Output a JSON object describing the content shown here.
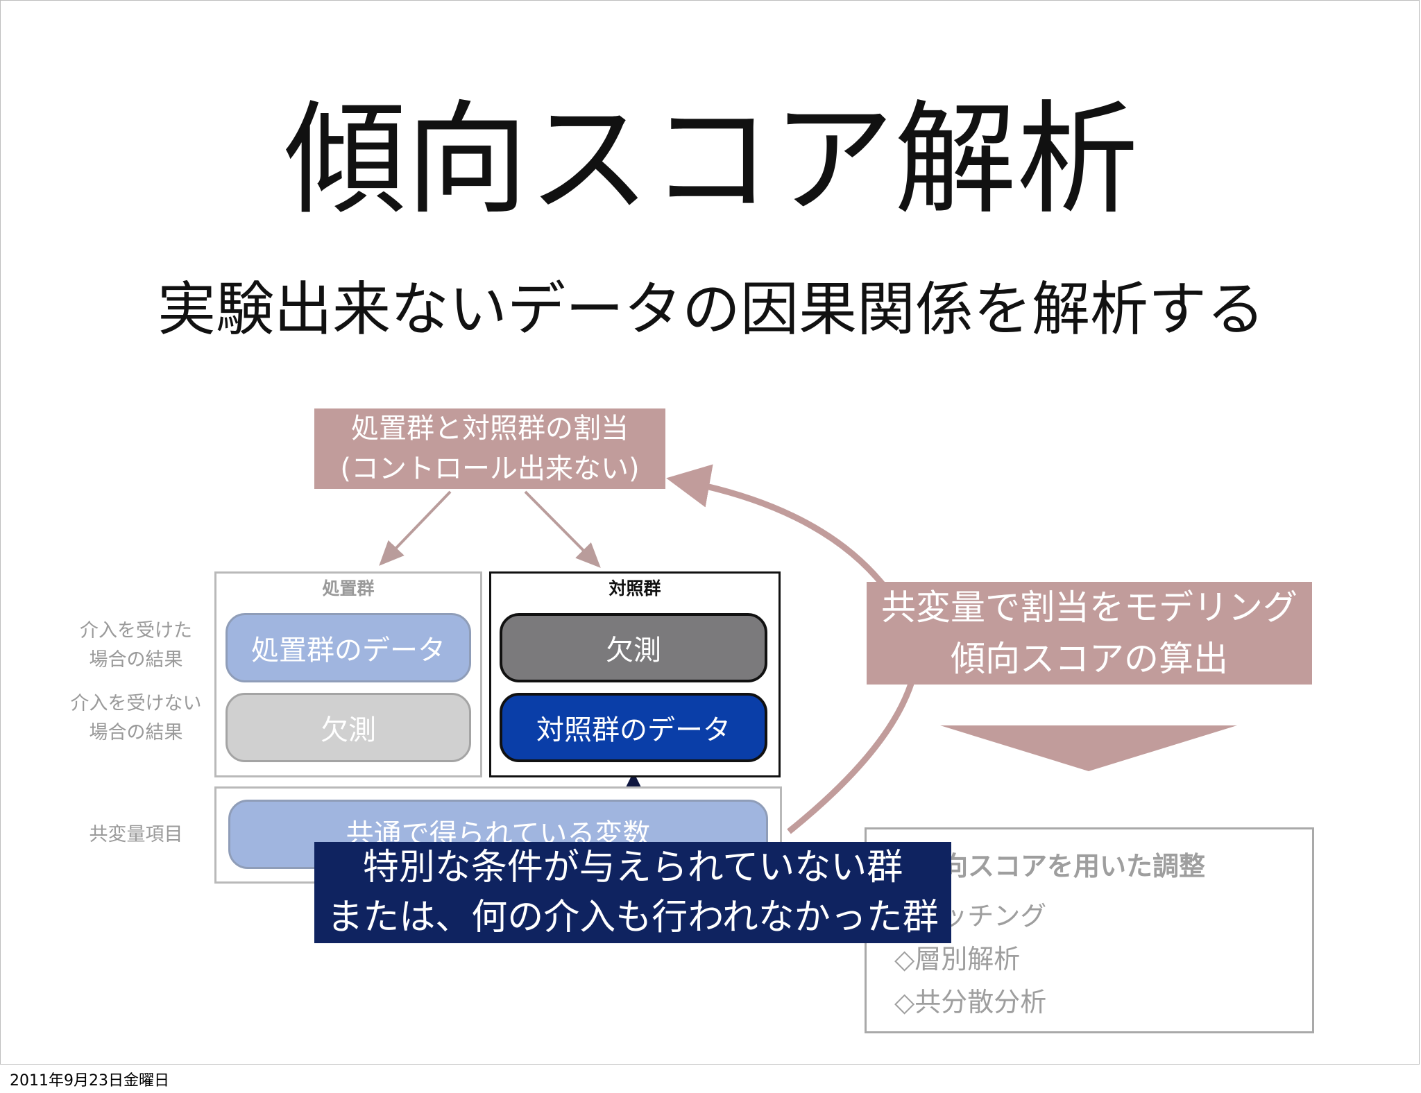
{
  "slide": {
    "title": "傾向スコア解析",
    "subtitle": "実験出来ないデータの因果関係を解析する"
  },
  "assignment": {
    "line1": "処置群と対照群の割当",
    "line2": "(コントロール出来ない)"
  },
  "row_labels": {
    "treated_line1": "介入を受けた",
    "treated_line2": "場合の結果",
    "untreated_line1": "介入を受けない",
    "untreated_line2": "場合の結果",
    "covariates": "共変量項目"
  },
  "treatment_group": {
    "label": "処置群",
    "treated_cell": "処置群のデータ",
    "untreated_cell": "欠測"
  },
  "control_group": {
    "label": "対照群",
    "treated_cell": "欠測",
    "untreated_cell": "対照群のデータ"
  },
  "covariates_cell": "共通で得られている変数",
  "modeling": {
    "line1": "共変量で割当をモデリング",
    "line2": "傾向スコアの算出"
  },
  "adjustment": {
    "title": "傾向スコアを用いた調整",
    "items": [
      "◇マッチング",
      "◇層別解析",
      "◇共分散分析"
    ]
  },
  "control_note": {
    "line1": "特別な条件が与えられていない群",
    "line2": "または、何の介入も行われなかった群"
  },
  "footer_date": "2011年9月23日金曜日",
  "colors": {
    "rose": "#c19c9b",
    "blue": "#a0b5df",
    "navy": "#0a3ea8",
    "dark_navy": "#0f2360"
  }
}
